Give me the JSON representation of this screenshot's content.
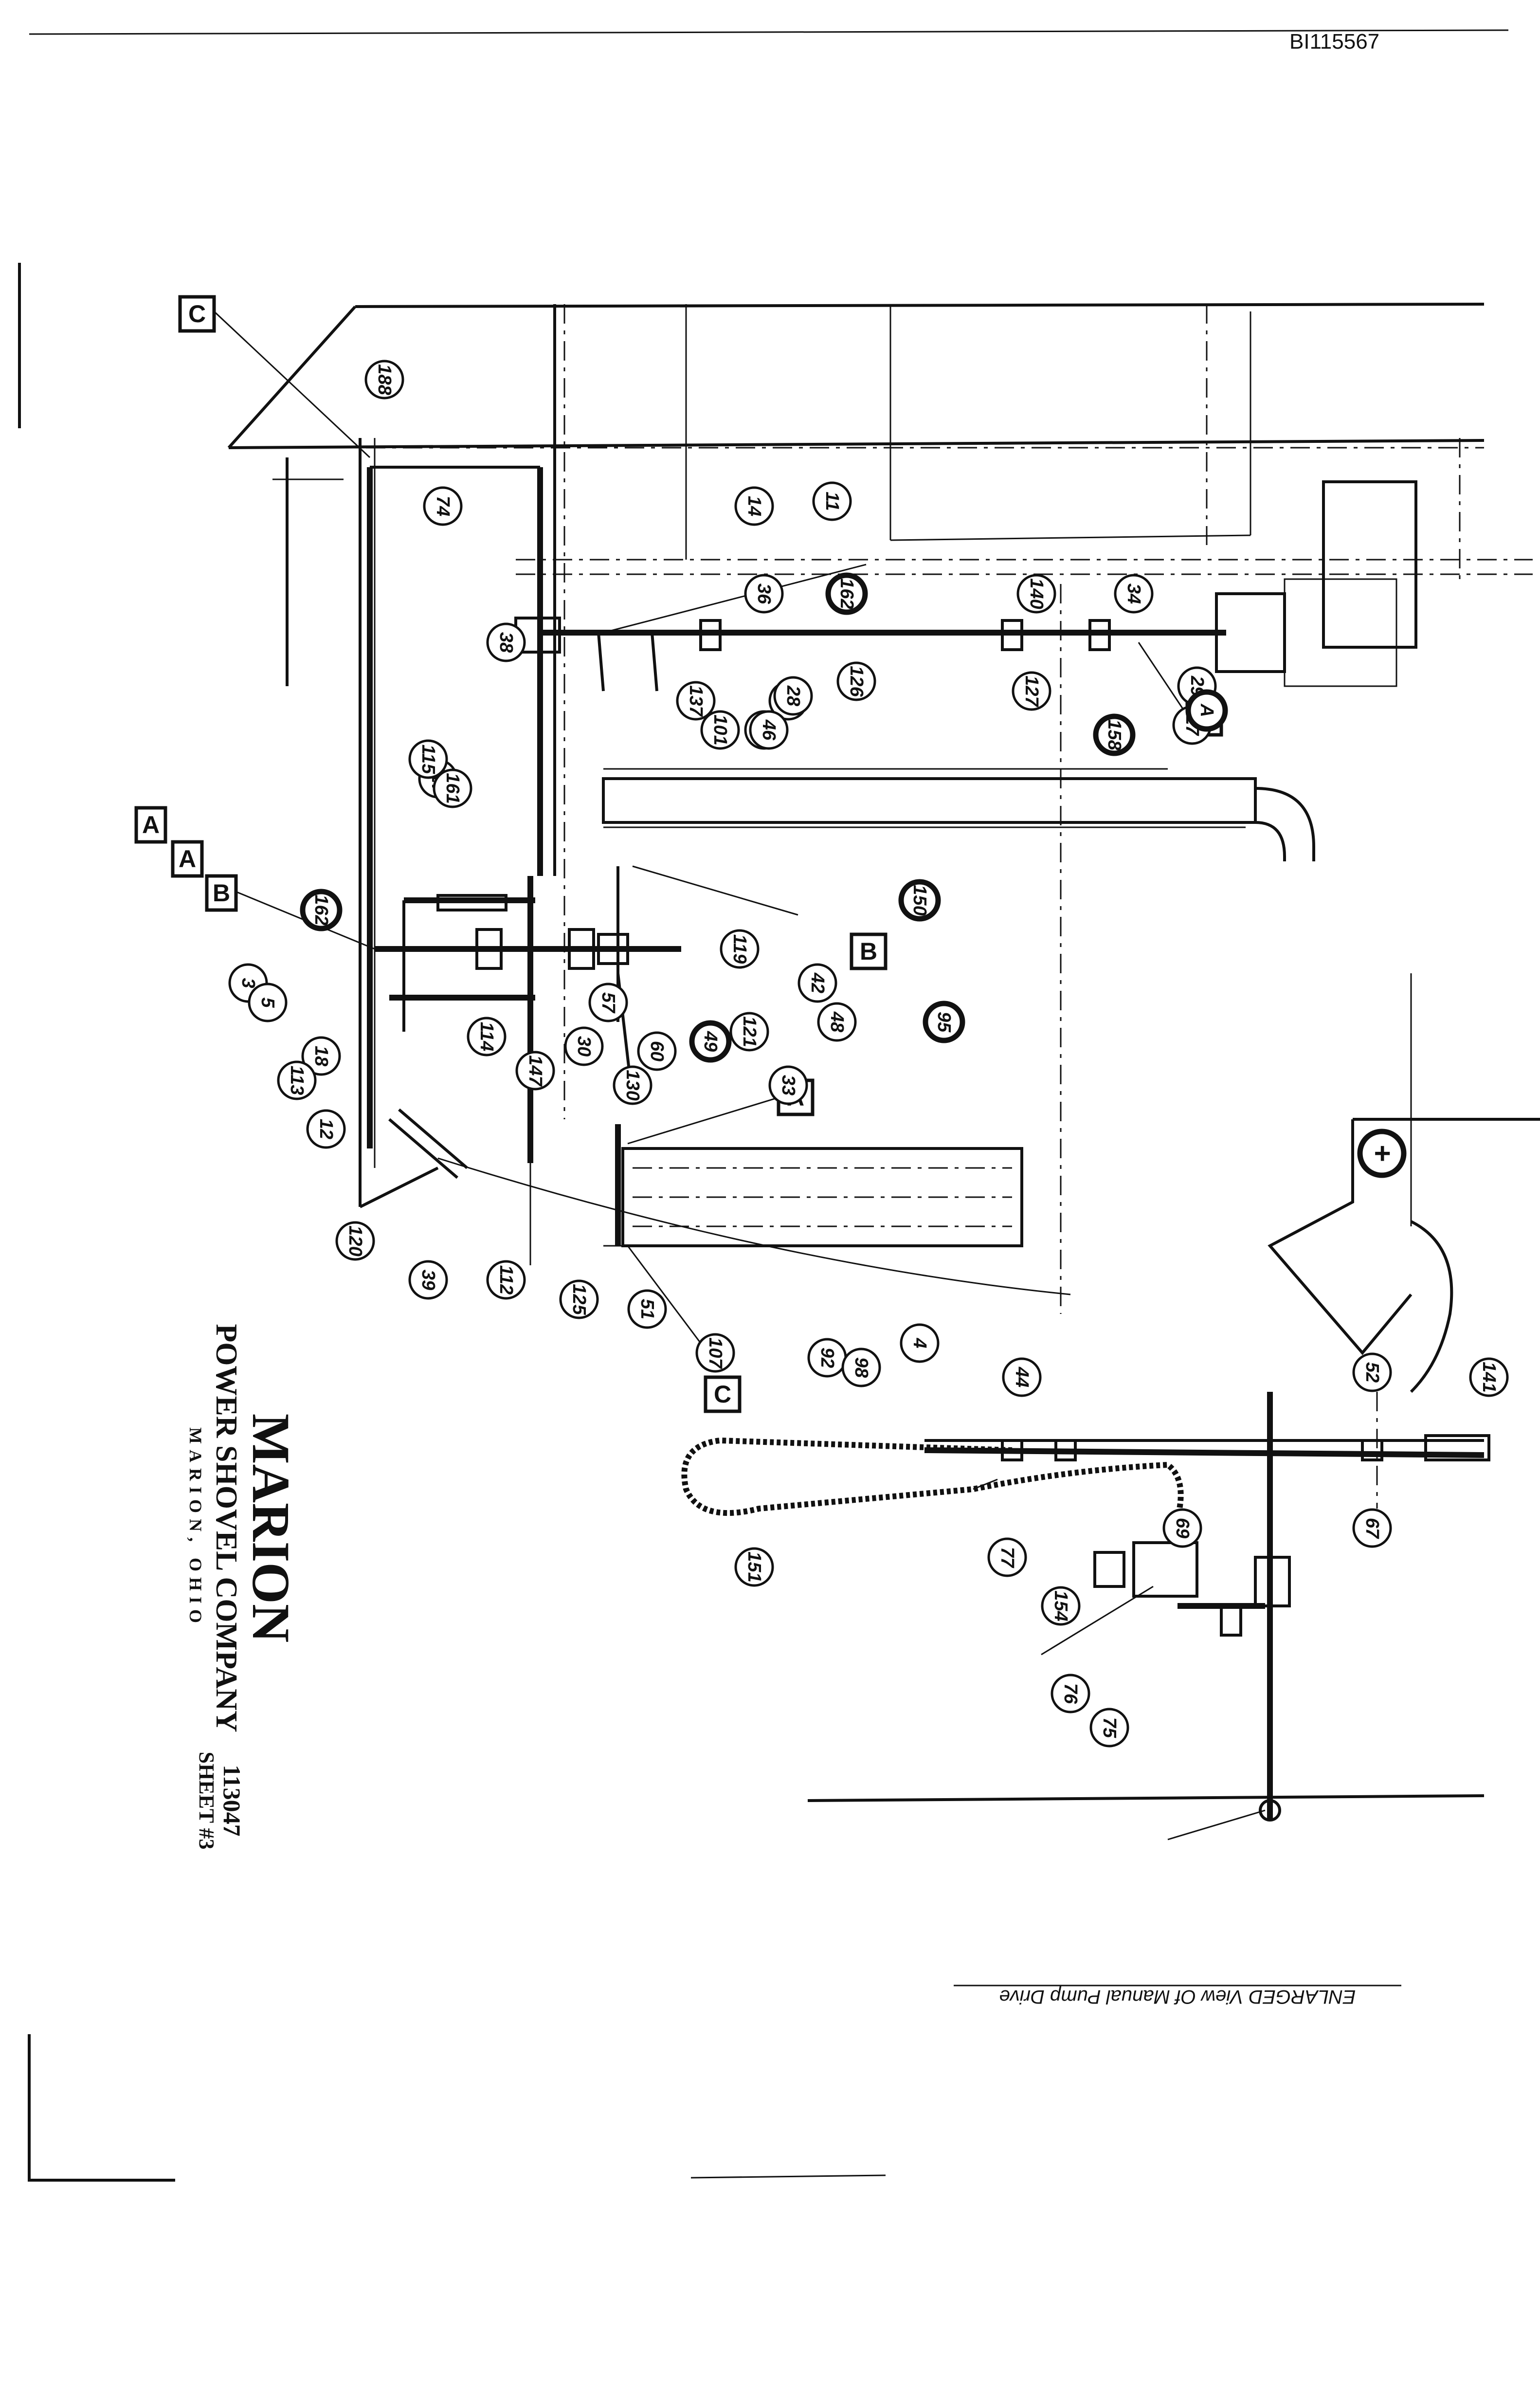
{
  "document_id": "BI115567",
  "company": {
    "name": "MARION",
    "line2": "POWER SHOVEL COMPANY",
    "location": "MARION, OHIO"
  },
  "drawing": {
    "number": "113047",
    "sheet": "SHEET #3"
  },
  "enlarged_view_caption": "ENLARGED View Of Manual Pump Drive",
  "section_markers": [
    "A",
    "B",
    "C"
  ],
  "callouts": [
    "188",
    "74",
    "11",
    "14",
    "36",
    "162",
    "126",
    "127",
    "34",
    "29",
    "27",
    "A",
    "158",
    "140",
    "25",
    "100",
    "28",
    "38",
    "137",
    "101",
    "46",
    "117",
    "115",
    "161",
    "150",
    "119",
    "42",
    "120",
    "114",
    "39",
    "112",
    "125",
    "51",
    "107",
    "4",
    "92",
    "98",
    "77",
    "154",
    "76",
    "75",
    "69",
    "67",
    "151",
    "44",
    "52",
    "141",
    "3",
    "18",
    "5",
    "113",
    "12",
    "95",
    "162",
    "121",
    "49",
    "60",
    "30",
    "57",
    "33",
    "130",
    "48",
    "147"
  ]
}
